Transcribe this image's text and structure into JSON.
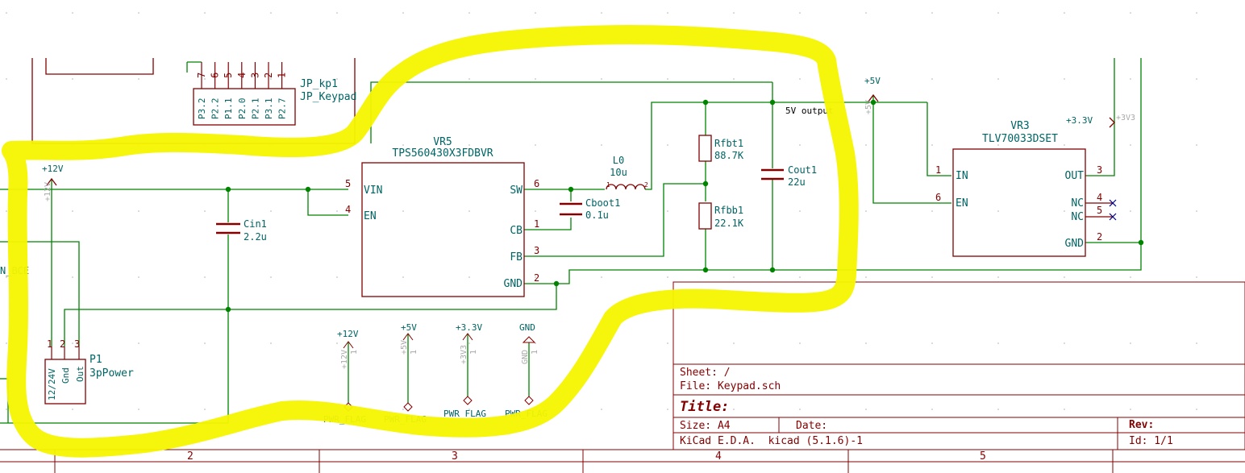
{
  "header_connector": {
    "ref": "JP_kp1",
    "value": "JP_Keypad",
    "pin_numbers": [
      "7",
      "6",
      "5",
      "4",
      "3",
      "2",
      "1"
    ],
    "pin_names": [
      "P3.2",
      "P2.2",
      "P1.1",
      "P2.0",
      "P2.1",
      "P3.1",
      "P2.7"
    ]
  },
  "regulator_5v": {
    "ref": "VR5",
    "value": "TPS560430X3FDBVR",
    "pins": [
      {
        "num": "5",
        "name": "VIN"
      },
      {
        "num": "4",
        "name": "EN"
      },
      {
        "num": "6",
        "name": "SW"
      },
      {
        "num": "1",
        "name": "CB"
      },
      {
        "num": "3",
        "name": "FB"
      },
      {
        "num": "2",
        "name": "GND"
      }
    ]
  },
  "regulator_3v3": {
    "ref": "VR3",
    "value": "TLV70033DSET",
    "pins": [
      {
        "num": "1",
        "name": "IN"
      },
      {
        "num": "6",
        "name": "EN"
      },
      {
        "num": "3",
        "name": "OUT"
      },
      {
        "num": "4",
        "name": "NC"
      },
      {
        "num": "5",
        "name": "NC"
      },
      {
        "num": "2",
        "name": "GND"
      }
    ]
  },
  "passives": {
    "cin": {
      "ref": "Cin1",
      "value": "2.2u"
    },
    "cboot": {
      "ref": "Cboot1",
      "value": "0.1u"
    },
    "inductor": {
      "ref": "L0",
      "value": "10u",
      "pin1": "1",
      "pin2": "2"
    },
    "rfbt": {
      "ref": "Rfbt1",
      "value": "88.7K"
    },
    "rfbb": {
      "ref": "Rfbb1",
      "value": "22.1K"
    },
    "cout": {
      "ref": "Cout1",
      "value": "22u"
    }
  },
  "power_connector": {
    "ref": "P1",
    "value": "3pPower",
    "pin_numbers": [
      "1",
      "2",
      "3"
    ],
    "pin_names": [
      "12/24V",
      "Gnd",
      "Out"
    ]
  },
  "power_symbols": {
    "p12v": "+12V",
    "p5v": "+5V",
    "p3v3": "+3.3V",
    "gnd": "GND",
    "ghost_12v": "+12V",
    "ghost_5v": "+5V",
    "ghost_3v3": "+3V3",
    "ghost_gnd": "GND",
    "ghost_pin": "1"
  },
  "pwr_flags": [
    "PWR_FLAG",
    "PWR_FLAG",
    "PWR_FLAG",
    "PWR_FLAG"
  ],
  "net_labels": {
    "five_v_output": "5V output",
    "left_label": "N_BCE"
  },
  "title_block": {
    "sheet": "Sheet: /",
    "file": "File: Keypad.sch",
    "title": "Title:",
    "size": "Size: A4",
    "date": "Date:",
    "rev": "Rev:",
    "tool": "KiCad E.D.A.  kicad (5.1.6)-1",
    "id": "Id: 1/1"
  },
  "border_columns": [
    "2",
    "3",
    "4",
    "5"
  ],
  "colors": {
    "wire": "#008400",
    "component": "#840000",
    "text": "#006464",
    "highlight": "#f5f500"
  }
}
